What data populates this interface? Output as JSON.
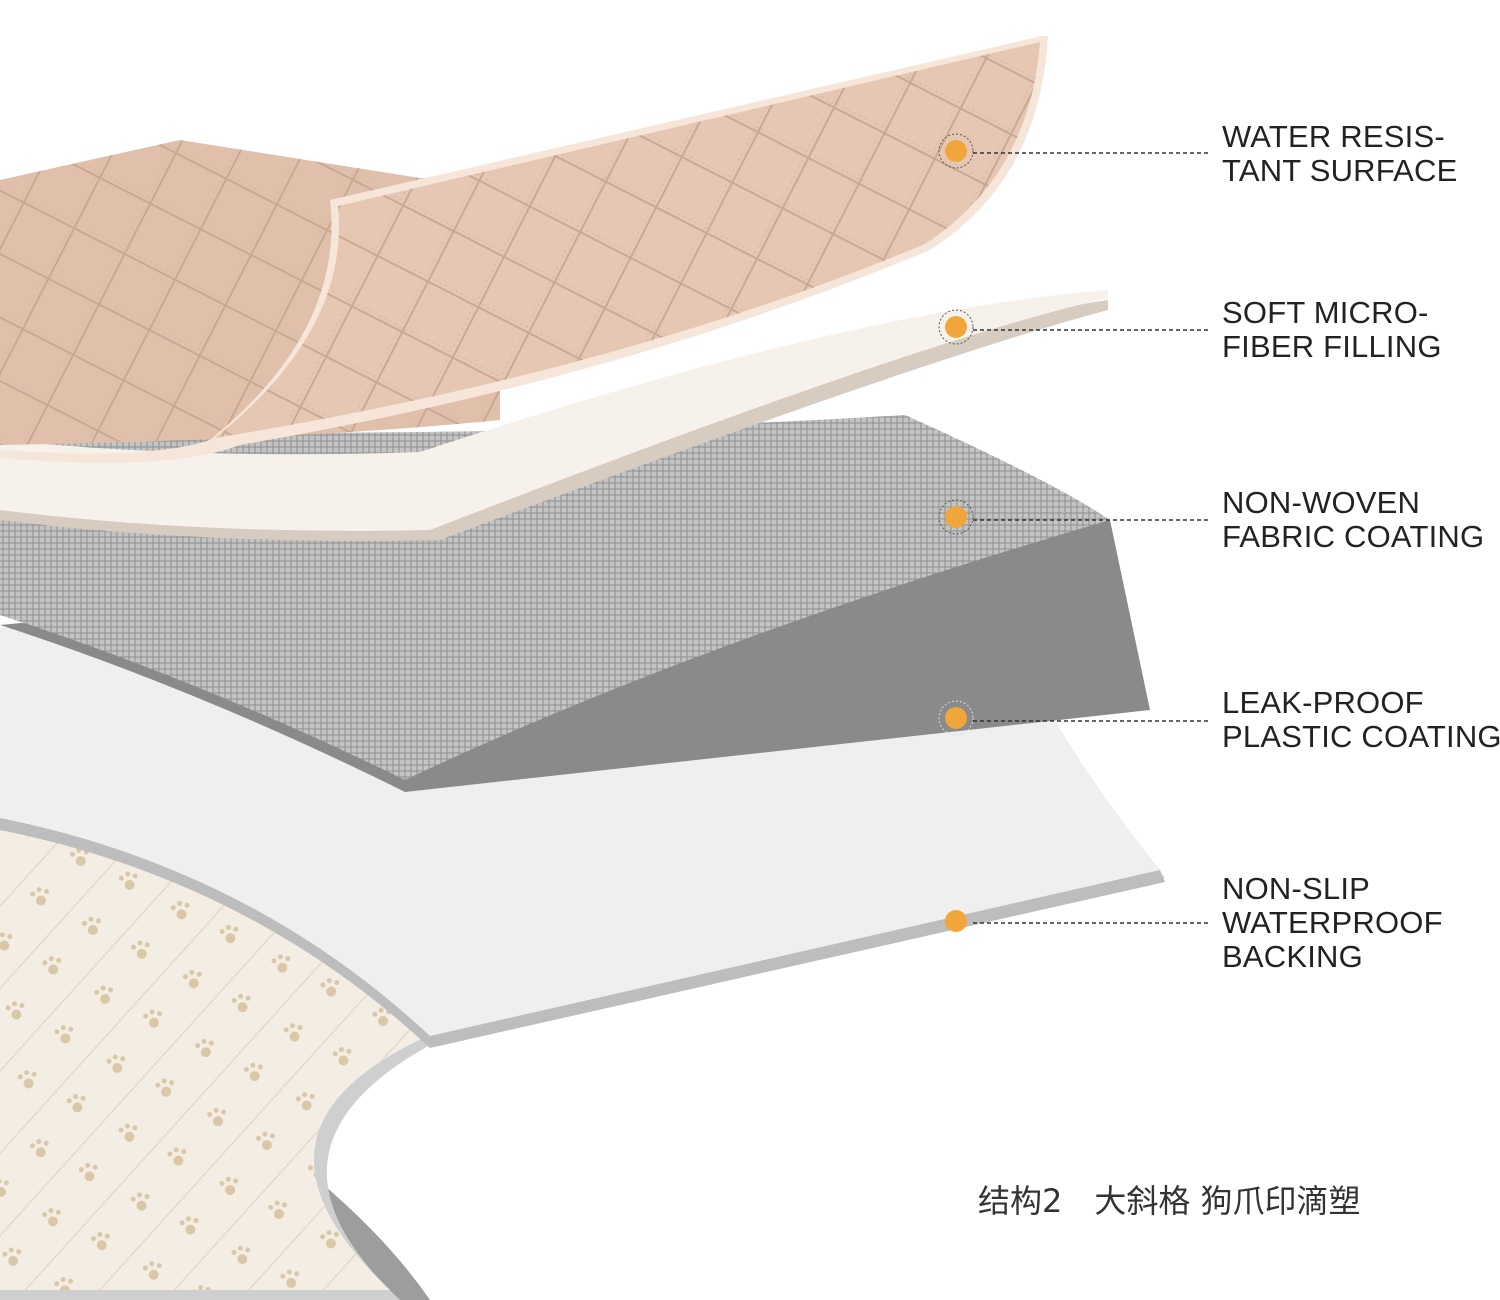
{
  "layers": [
    {
      "id": "water-resistant-surface",
      "lines": [
        "WATER RESIS-",
        "TANT SURFACE"
      ]
    },
    {
      "id": "soft-microfiber-filling",
      "lines": [
        "SOFT MICRO-",
        "FIBER FILLING"
      ]
    },
    {
      "id": "non-woven-fabric-coating",
      "lines": [
        "NON-WOVEN",
        "FABRIC COATING"
      ]
    },
    {
      "id": "leak-proof-plastic-coating",
      "lines": [
        "LEAK-PROOF",
        "PLASTIC COATING"
      ]
    },
    {
      "id": "non-slip-waterproof-backing",
      "lines": [
        "NON-SLIP",
        "WATERPROOF",
        "BACKING"
      ]
    }
  ],
  "caption": "结构2　大斜格 狗爪印滴塑",
  "colors": {
    "marker": "#f0a63a",
    "surface": "#e6c7b3",
    "filling": "#f7f1ec",
    "fabric": "#b9b9b9",
    "plastic": "#efefef",
    "backing": "#f3ede4",
    "leader_line": "#333333"
  }
}
